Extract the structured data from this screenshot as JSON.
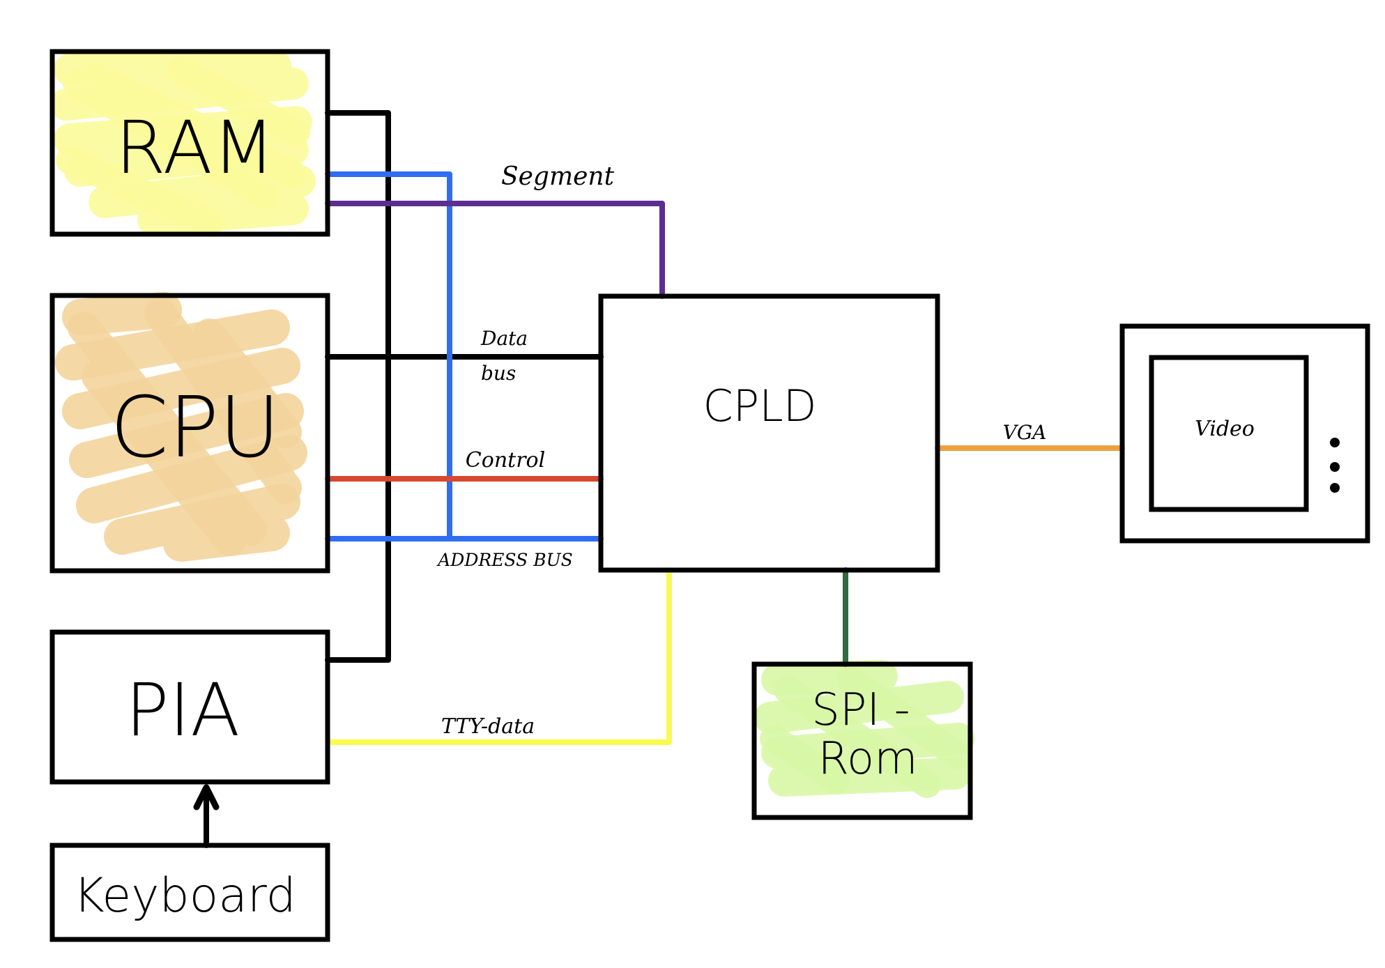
{
  "blocks": {
    "ram": "RAM",
    "cpu": "CPU",
    "pia": "PIA",
    "keyboard": "Keyboard",
    "cpld": "CPLD",
    "spi_rom_line1": "SPI -",
    "spi_rom_line2": "Rom",
    "video": "Video"
  },
  "connections": {
    "segment": "Segment",
    "data_bus_line1": "Data",
    "data_bus_line2": "bus",
    "control": "Control",
    "address_bus": "ADDRESS BUS",
    "tty_data": "TTY-data",
    "vga": "VGA"
  },
  "colors": {
    "ram_highlight": "#fbfb9a",
    "cpu_highlight": "#f3d49c",
    "rom_highlight": "#d8f7a6",
    "address_bus": "#2f6ef3",
    "segment": "#5c2e91",
    "control": "#d8472f",
    "tty_data": "#fafa4e",
    "vga": "#eaa240",
    "spi": "#2e6e3e",
    "data_bus": "#000000"
  }
}
